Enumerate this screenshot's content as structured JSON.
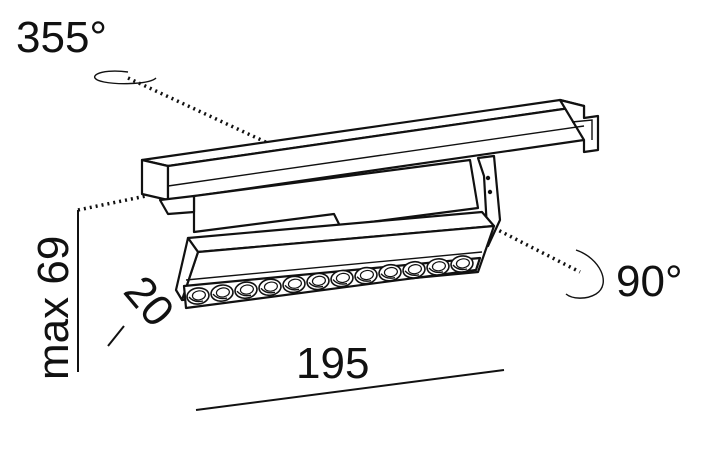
{
  "labels": {
    "rotation_horizontal": "355°",
    "tilt": "90°",
    "height": "max 69",
    "width": "20",
    "length": "195"
  },
  "colors": {
    "line": "#111111",
    "background": "#ffffff"
  },
  "lens_count": 12
}
